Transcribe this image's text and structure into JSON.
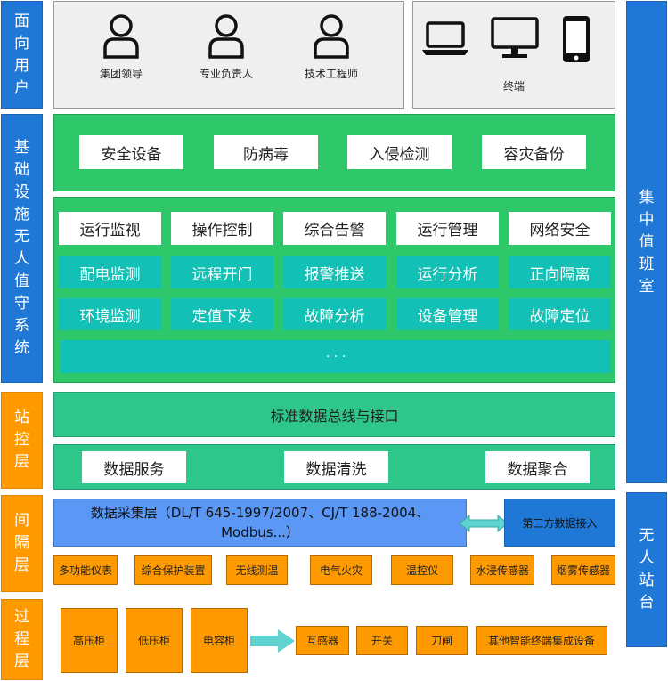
{
  "left_labels": {
    "users": "面向用户",
    "infra": "基础设施无人值守系统",
    "station": "站控层",
    "bay": "间隔层",
    "process": "过程层"
  },
  "right_labels": {
    "central": "集中值班室",
    "unmanned": "无人站台"
  },
  "users": [
    "集团领导",
    "专业负责人",
    "技术工程师"
  ],
  "terminal_label": "终端",
  "infra_top": [
    "安全设备",
    "防病毒",
    "入侵检测",
    "容灾备份"
  ],
  "func_headers": [
    "运行监视",
    "操作控制",
    "综合告警",
    "运行管理",
    "网络安全"
  ],
  "func_row1": [
    "配电监测",
    "远程开门",
    "报警推送",
    "运行分析",
    "正向隔离"
  ],
  "func_row2": [
    "环境监测",
    "定值下发",
    "故障分析",
    "设备管理",
    "故障定位"
  ],
  "func_more": "· · ·",
  "bus_label": "标准数据总线与接口",
  "data_services": [
    "数据服务",
    "数据清洗",
    "数据聚合"
  ],
  "collect_label": "数据采集层（DL/T 645-1997/2007、CJ/T 188-2004、Modbus...）",
  "third_party_label": "第三方数据接入",
  "bay_devices": [
    "多功能仪表",
    "综合保护装置",
    "无线测温",
    "电气火灾",
    "温控仪",
    "水浸传感器",
    "烟雾传感器"
  ],
  "cabinets": [
    "高压柜",
    "低压柜",
    "电容柜"
  ],
  "components": [
    "互感器",
    "开关",
    "刀闸",
    "其他智能终端集成设备"
  ],
  "colors": {
    "label_blue": "#1f78d6",
    "label_orange": "#ff9900",
    "green": "#2ec86a",
    "teal": "#13c0b5",
    "collect_blue": "#5b97f5",
    "arrow": "#5fd3d0"
  }
}
